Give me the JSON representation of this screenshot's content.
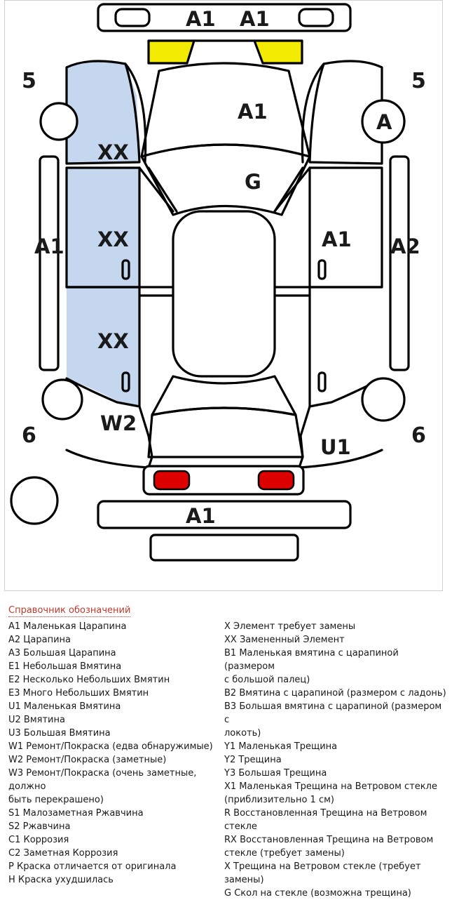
{
  "diagram": {
    "colors": {
      "replaced_panel": "#c5d7ef",
      "headlight": "#f2ea00",
      "taillight": "#dd0000",
      "outline": "#000000"
    },
    "marks": {
      "front_bumper_left": "A1",
      "front_bumper_right": "A1",
      "hood": "A1",
      "windshield": "G",
      "left_fender": "XX",
      "left_front_door": "XX",
      "left_rear_door": "XX",
      "left_sill": "A1",
      "right_front_door": "A1",
      "right_sill": "A2",
      "left_rear_fender": "W2",
      "right_rear_fender": "U1",
      "right_front_wheel": "A",
      "rear_bumper": "A1",
      "corner_front_left": "5",
      "corner_front_right": "5",
      "corner_rear_left": "6",
      "corner_rear_right": "6"
    }
  },
  "legend": {
    "title": "Справочник обозначений",
    "left": [
      "A1 Маленькая Царапина",
      "A2 Царапина",
      "A3 Большая Царапина",
      "E1 Небольшая Вмятина",
      "E2 Несколько Небольших Вмятин",
      "E3 Много Небольших Вмятин",
      "U1 Маленькая Вмятина",
      "U2 Вмятина",
      "U3 Большая Вмятина",
      "W1 Ремонт/Покраска (едва обнаружимые)",
      "W2 Ремонт/Покраска (заметные)",
      "W3 Ремонт/Покраска (очень заметные, должно",
      "быть перекрашено)",
      "S1 Малозаметная Ржавчина",
      "S2 Ржавчина",
      "C1 Коррозия",
      "C2 Заметная Коррозия",
      "P Краска отличается от оригинала",
      "H Краска ухудшилась"
    ],
    "right": [
      "X Элемент требует замены",
      "XX Замененный Элемент",
      "B1 Маленькая вмятина с царапиной (размером",
      "с большой палец)",
      "B2 Вмятина с царапиной (размером с ладонь)",
      "B3 Большая вмятина с царапиной (размером с",
      "локоть)",
      "Y1 Маленькая Трещина",
      "Y2 Трещина",
      "Y3 Большая Трещина",
      "X1 Маленькая Трещина на Ветровом стекле",
      "(приблизительно 1 см)",
      "R Восстановленная Трещина на Ветровом стекле",
      "RX Восстановленная Трещина на Ветровом",
      "стекле (требует замены)",
      "X Трещина на Ветровом стекле (требует замены)",
      "G Скол на стекле (возможна трещина)"
    ]
  }
}
